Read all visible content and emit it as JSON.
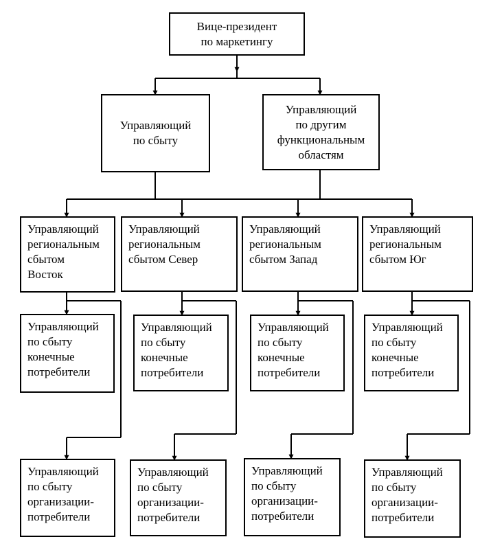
{
  "diagram": {
    "vp": "Вице-президент\nпо маркетингу",
    "mgr_sales": "Управляющий\nпо сбыту",
    "mgr_other": "Управляющий\nпо другим\nфункциональным\nобластям",
    "regions": [
      {
        "title": "Управляющий\nрегиональным\nсбытом\nВосток",
        "consumers": "Управляющий\nпо сбыту\nконечные\nпотребители",
        "organizations": "Управляющий\nпо сбыту\nорганизации-\nпотребители"
      },
      {
        "title": "Управляющий\nрегиональным\nсбытом      Север",
        "consumers": "Управляющий\nпо сбыту\nконечные\nпотребители",
        "organizations": "Управляющий\nпо сбыту\nорганизации-\nпотребители"
      },
      {
        "title": "Управляющий\nрегиональным\nсбытом      Запад",
        "consumers": "Управляющий\nпо сбыту\nконечные\nпотребители",
        "organizations": "Управляющий\nпо сбыту\nорганизации-\nпотребители"
      },
      {
        "title": "Управляющий\nрегиональным\nсбытом         Юг",
        "consumers": "Управляющий\nпо сбыту\nконечные\nпотребители",
        "organizations": "Управляющий\nпо сбыту\nорганизации-\nпотребители"
      }
    ]
  }
}
